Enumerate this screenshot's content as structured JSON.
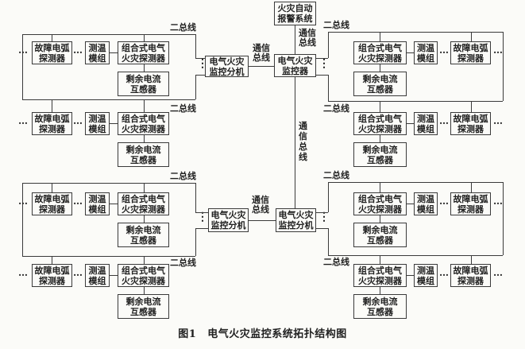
{
  "caption": {
    "fig": "图1",
    "text": "电气火灾监控系统拓扑结构图"
  },
  "nodes": {
    "alarm": {
      "l1": "火灾自动",
      "l2": "报警系统"
    },
    "monitor": {
      "l1": "电气火灾",
      "l2": "监控器"
    },
    "sub_monitor": {
      "l1": "电气火灾",
      "l2": "监控分机"
    },
    "fault_arc": {
      "l1": "故障电弧",
      "l2": "探测器"
    },
    "temp_module": {
      "l1": "测温",
      "l2": "模组"
    },
    "combined": {
      "l1": "组合式电气",
      "l2": "火灾探测器"
    },
    "residual": {
      "l1": "剩余电流",
      "l2": "互感器"
    }
  },
  "labels": {
    "two_bus": "二总线",
    "comm": {
      "l1": "通信",
      "l2": "总线"
    },
    "comm_vertical": "通信总线",
    "dots_h": "…",
    "dots_v": "⋮"
  },
  "colors": {
    "line": "#3a3a3a",
    "text": "#1f1f1f",
    "background": "#fbfbf8"
  }
}
